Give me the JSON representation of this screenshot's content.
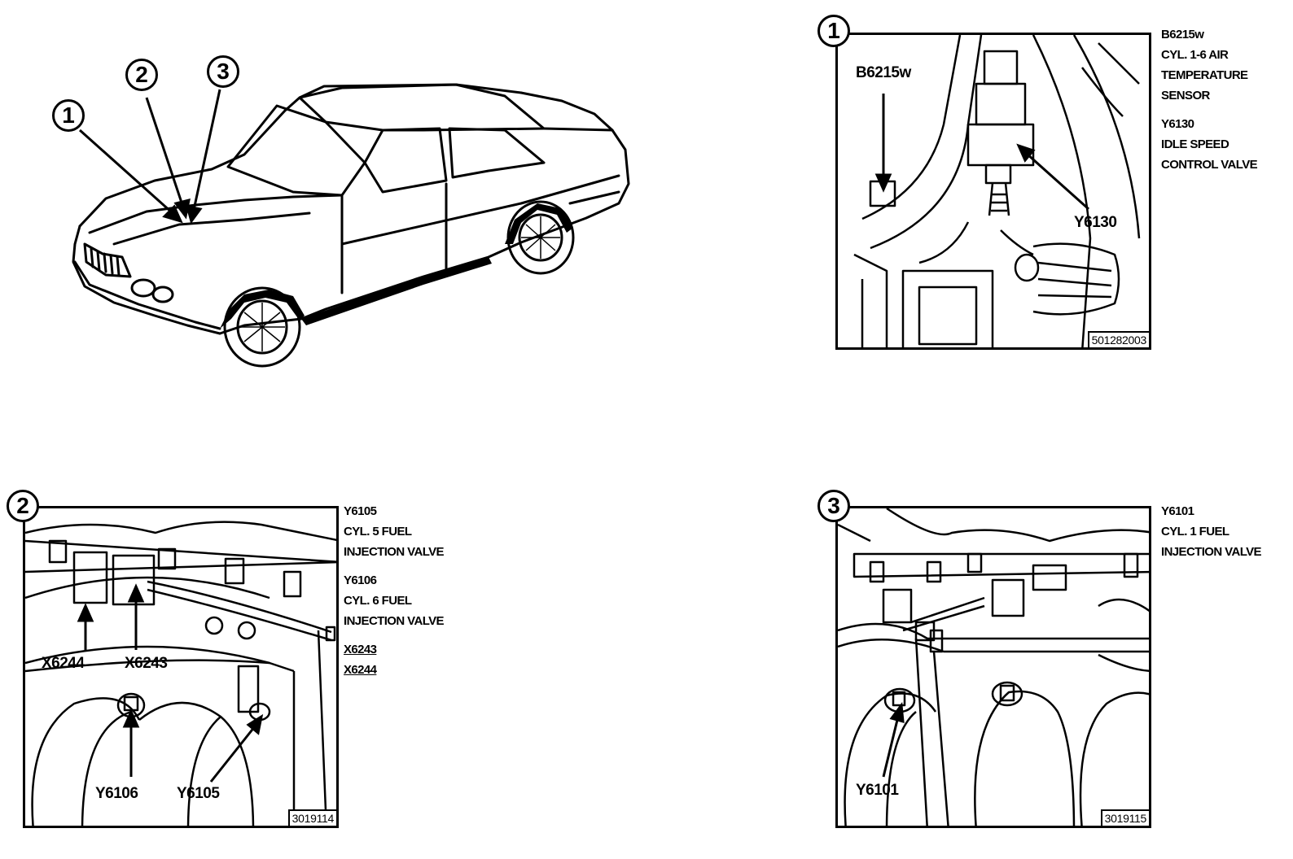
{
  "overview": {
    "callouts": [
      "1",
      "2",
      "3"
    ]
  },
  "panel1": {
    "number": "1",
    "figure_id": "501282003",
    "labels": {
      "sensor": "B6215w",
      "valve": "Y6130"
    },
    "legend": [
      {
        "code": "B6215w",
        "lines": [
          "CYL. 1-6 AIR",
          "TEMPERATURE",
          "SENSOR"
        ]
      },
      {
        "code": "Y6130",
        "lines": [
          "IDLE SPEED",
          "CONTROL VALVE"
        ]
      }
    ]
  },
  "panel2": {
    "number": "2",
    "figure_id": "3019114",
    "labels": {
      "x6244": "X6244",
      "x6243": "X6243",
      "y6106": "Y6106",
      "y6105": "Y6105"
    },
    "legend": [
      {
        "code": "Y6105",
        "lines": [
          "CYL. 5 FUEL",
          "INJECTION VALVE"
        ]
      },
      {
        "code": "Y6106",
        "lines": [
          "CYL. 6 FUEL",
          "INJECTION VALVE"
        ]
      }
    ],
    "connectors": [
      "X6243",
      "X6244"
    ]
  },
  "panel3": {
    "number": "3",
    "figure_id": "3019115",
    "labels": {
      "y6101": "Y6101"
    },
    "legend": [
      {
        "code": "Y6101",
        "lines": [
          "CYL. 1 FUEL",
          "INJECTION VALVE"
        ]
      }
    ]
  }
}
